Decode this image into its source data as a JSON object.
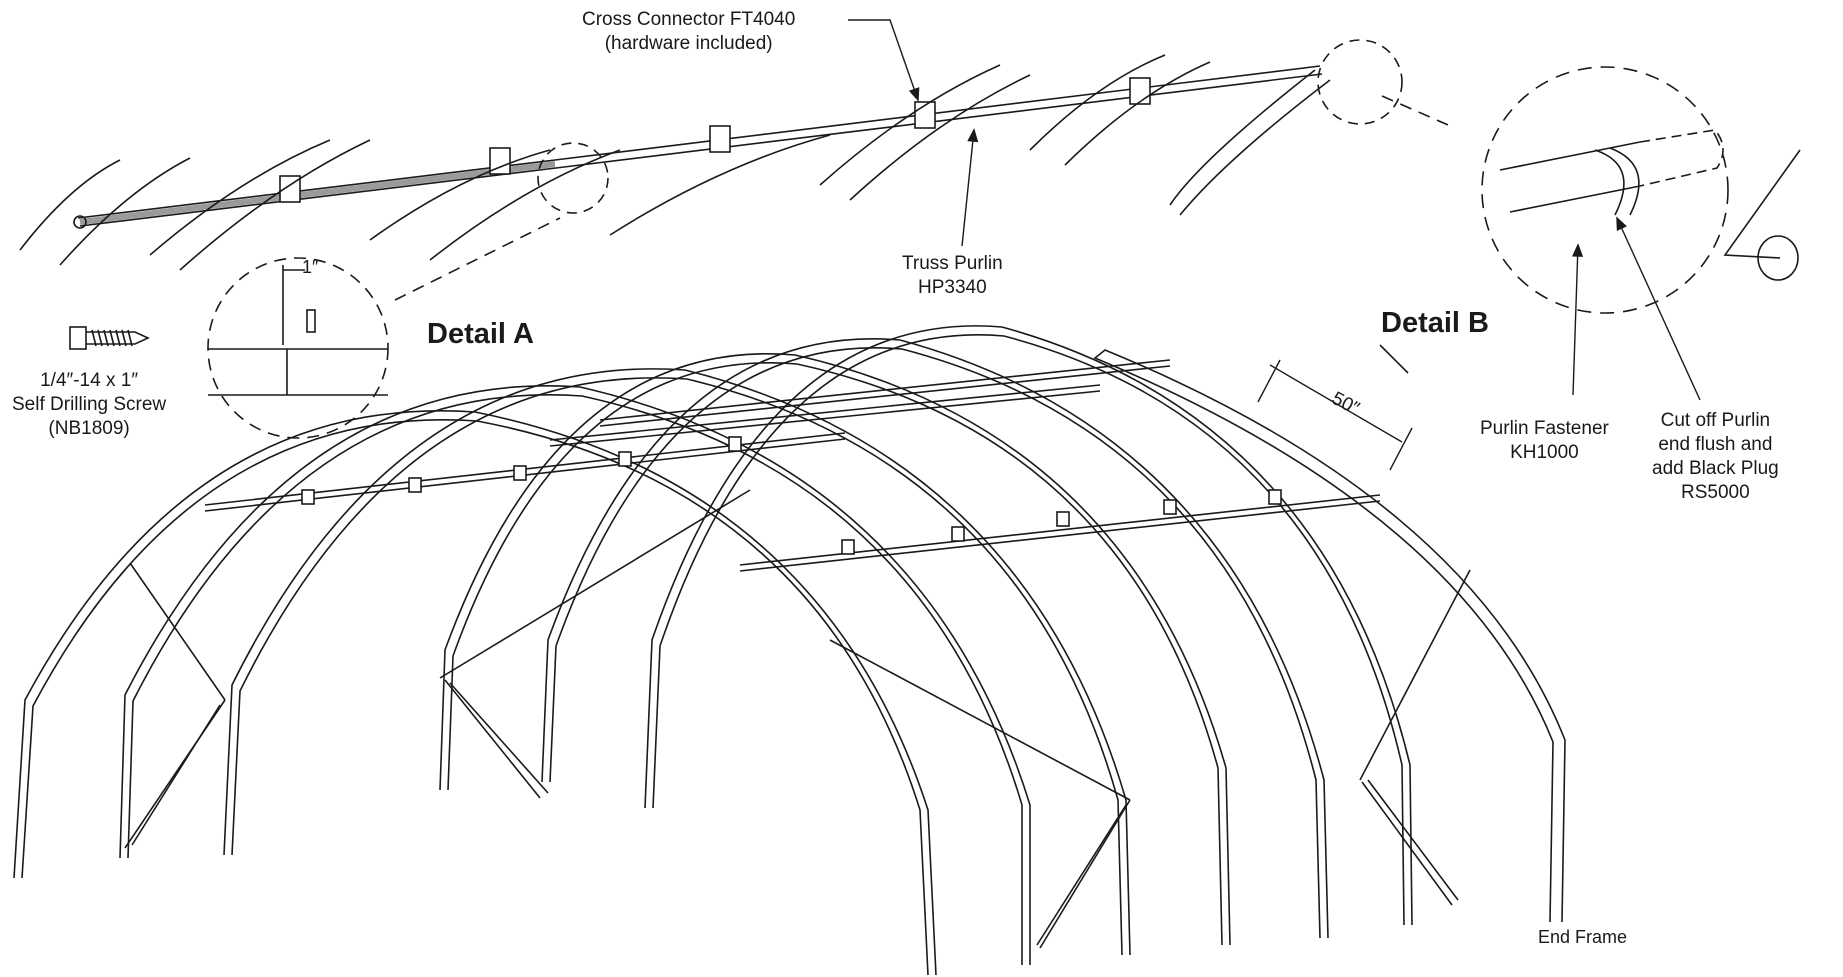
{
  "callouts": {
    "cross_connector": {
      "line1": "Cross Connector FT4040",
      "line2": "(hardware included)"
    },
    "truss_purlin": {
      "line1": "Truss Purlin",
      "line2": "HP3340"
    },
    "screw": {
      "line1": "1/4″-14 x 1″",
      "line2": "Self Drilling Screw",
      "line3": "(NB1809)"
    },
    "purlin_fastener": {
      "line1": "Purlin Fastener",
      "line2": "KH1000"
    },
    "cut_off": {
      "line1": "Cut off Purlin",
      "line2": "end flush and",
      "line3": "add Black Plug",
      "line4": "RS5000"
    },
    "end_frame": "End Frame"
  },
  "details": {
    "a": {
      "title": "Detail A",
      "dimension": "1″"
    },
    "b": {
      "title": "Detail B"
    }
  },
  "spacing_dimension": "50″",
  "colors": {
    "line": "#1a1a1a",
    "fill": "#ffffff",
    "shaded_purlin": "#9a9a9a"
  }
}
